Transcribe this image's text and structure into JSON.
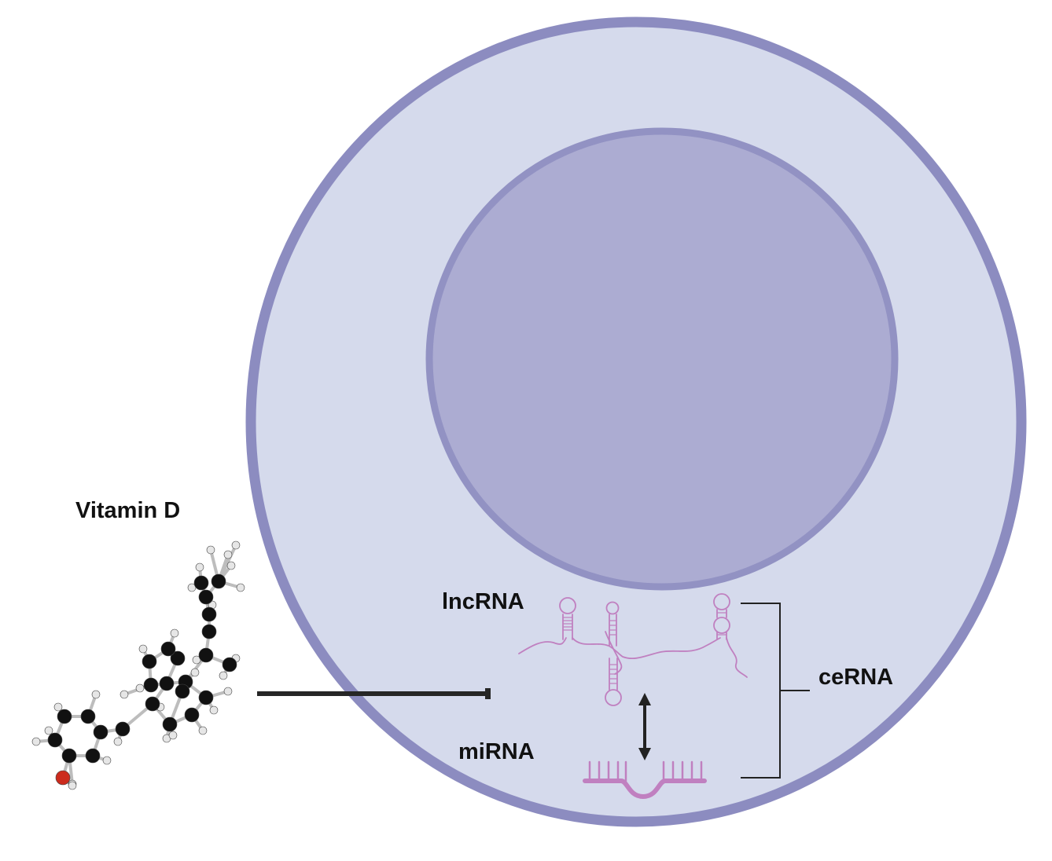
{
  "labels": {
    "vitamin_d": "Vitamin D",
    "lncrna": "lncRNA",
    "mirna": "miRNA",
    "cerna": "ceRNA"
  },
  "colors": {
    "background": "#ffffff",
    "cell_fill": "#d5daec",
    "cell_border": "#8c8cc0",
    "nucleus_fill": "#acacd2",
    "nucleus_border": "#9292c3",
    "rna": "#c080c0",
    "arrow": "#222222",
    "atom_carbon": "#111111",
    "atom_hydrogen": "#e6e6e6",
    "atom_oxygen": "#cc2b1d",
    "bond": "#bdbdbd"
  },
  "icons": {
    "molecule": "vitamin-d-ball-and-stick",
    "inhibition": "t-bar-inhibition-arrow",
    "interaction": "double-headed-arrow",
    "grouping": "bracket"
  }
}
